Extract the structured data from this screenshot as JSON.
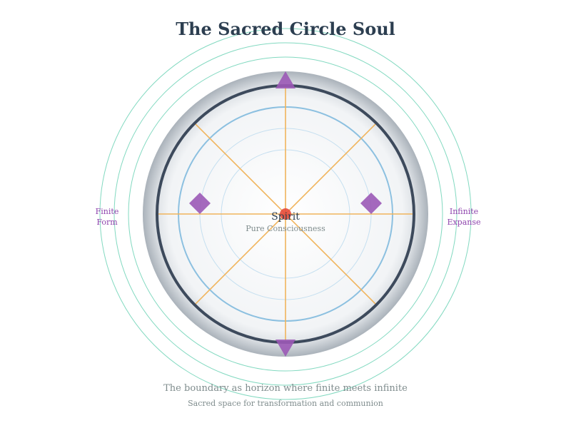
{
  "title": "The Sacred Circle Soul",
  "center": {
    "label": "Spirit",
    "sublabel": "Pure Consciousness"
  },
  "left_label": [
    "Finite",
    "Form"
  ],
  "right_label": [
    "Infinite",
    "Expanse"
  ],
  "caption": "The boundary as horizon where finite meets infinite",
  "subcaption": "Sacred space for transformation and communion",
  "colors": {
    "boundary": "#3d4a5c",
    "halo_rings": "#82d9c0",
    "inner_ring": "#8cc0e0",
    "faint_rings": "#c5dff0",
    "spokes": "#f0b45c",
    "markers": "#9b59b6",
    "center_dot": "#e74c3c",
    "side_labels": "#8e44ad",
    "title": "#2c3e50",
    "captions": "#7f8c8d"
  },
  "icons": {
    "top_marker": "triangle-up-icon",
    "bottom_marker": "triangle-down-icon",
    "left_marker": "diamond-icon",
    "right_marker": "diamond-icon",
    "center": "dot-icon"
  }
}
